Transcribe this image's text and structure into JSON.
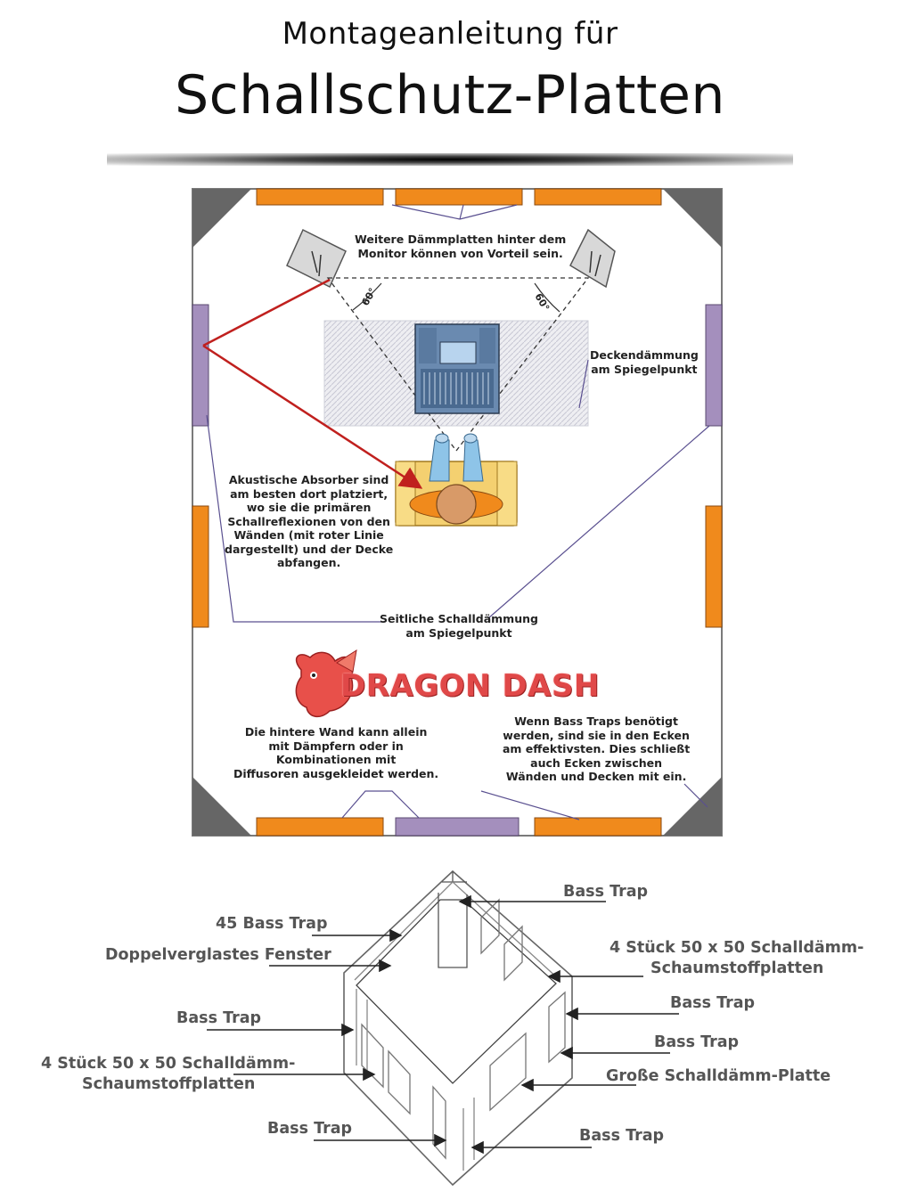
{
  "header": {
    "title_line1": "Montageanleitung für",
    "title_line2": "Schallschutz-Platten"
  },
  "floor_plan": {
    "angle_left": "60°",
    "angle_right": "60°",
    "labels": {
      "monitor_note": [
        "Weitere Dämmplatten hinter dem",
        "Monitor können von Vorteil sein."
      ],
      "ceiling_note": [
        "Deckendämmung",
        "am Spiegelpunkt"
      ],
      "absorber_note": [
        "Akustische Absorber sind",
        "am besten dort platziert,",
        "wo sie die primären",
        "Schallreflexionen von den",
        "Wänden (mit roter Linie",
        "dargestellt) und der Decke",
        "abfangen."
      ],
      "side_note": [
        "Seitliche Schalldämmung",
        "am Spiegelpunkt"
      ],
      "back_wall_note": [
        "Die hintere Wand kann allein",
        "mit Dämpfern oder in",
        "Kombinationen mit",
        "Diffusoren ausgekleidet werden."
      ],
      "bass_trap_note": [
        "Wenn Bass Traps benötigt",
        "werden, sind sie in den Ecken",
        "am effektivsten. Dies schließt",
        "auch Ecken zwischen",
        "Wänden und Decken mit ein."
      ]
    },
    "brand": "DRAGON DASH",
    "colors": {
      "wall": "#7a7a7a",
      "orange_panel": "#f08a1c",
      "purple_panel": "#a48fbd",
      "corner_trap": "#666666",
      "reflection_line": "#c0201e",
      "guide_line": "#5a5090"
    }
  },
  "room_3d": {
    "labels_left": [
      {
        "text": "45 Bass Trap"
      },
      {
        "text": "Doppelverglastes Fenster"
      },
      {
        "text": "Bass Trap"
      },
      {
        "text": "4 Stück 50 x 50 Schalldämm-"
      },
      {
        "text": "Schaumstoffplatten"
      },
      {
        "text": "Bass Trap"
      }
    ],
    "labels_right": [
      {
        "text": "Bass Trap"
      },
      {
        "text": "4 Stück 50 x 50 Schalldämm-"
      },
      {
        "text": "Schaumstoffplatten"
      },
      {
        "text": "Bass Trap"
      },
      {
        "text": "Bass Trap"
      },
      {
        "text": "Große Schalldämm-Platte"
      },
      {
        "text": "Bass Trap"
      }
    ]
  }
}
